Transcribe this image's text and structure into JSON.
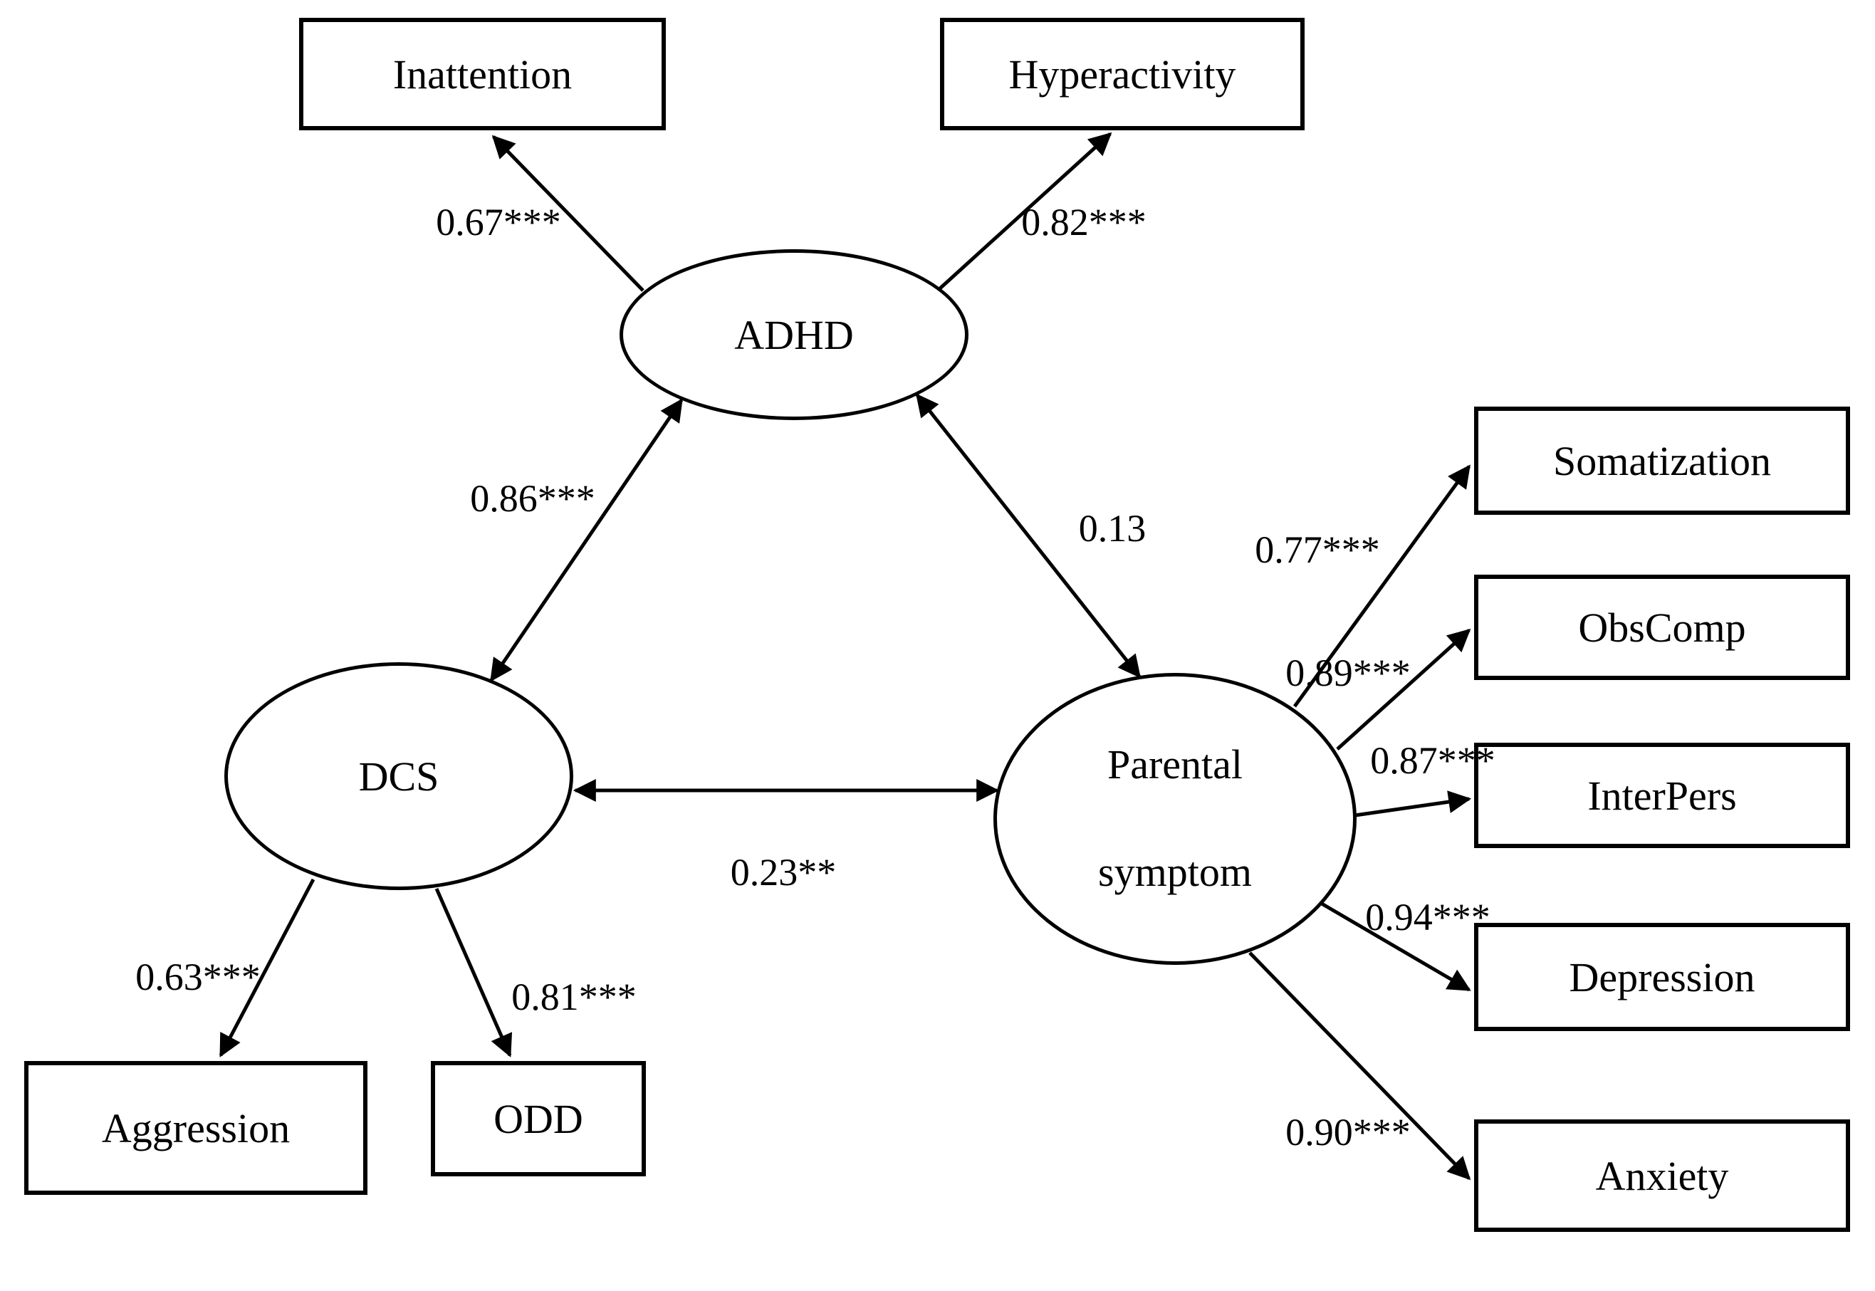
{
  "figure": {
    "type": "structural-equation-model-path-diagram",
    "background_color": "#ffffff",
    "line_color": "#000000",
    "text_color": "#000000"
  },
  "nodes": {
    "adhd": {
      "label": "ADHD",
      "shape": "ellipse",
      "role": "latent"
    },
    "dcs": {
      "label": "DCS",
      "shape": "ellipse",
      "role": "latent"
    },
    "parental_symptom": {
      "label": "Parental symptom",
      "shape": "ellipse",
      "role": "latent"
    },
    "inattention": {
      "label": "Inattention",
      "shape": "rectangle",
      "role": "observed"
    },
    "hyperactivity": {
      "label": "Hyperactivity",
      "shape": "rectangle",
      "role": "observed"
    },
    "somatization": {
      "label": "Somatization",
      "shape": "rectangle",
      "role": "observed"
    },
    "obscomp": {
      "label": "ObsComp",
      "shape": "rectangle",
      "role": "observed"
    },
    "interpers": {
      "label": "InterPers",
      "shape": "rectangle",
      "role": "observed"
    },
    "depression": {
      "label": "Depression",
      "shape": "rectangle",
      "role": "observed"
    },
    "anxiety": {
      "label": "Anxiety",
      "shape": "rectangle",
      "role": "observed"
    },
    "aggression": {
      "label": "Aggression",
      "shape": "rectangle",
      "role": "observed"
    },
    "odd": {
      "label": "ODD",
      "shape": "rectangle",
      "role": "observed"
    }
  },
  "edges": {
    "adhd_inattention": {
      "from": "adhd",
      "to": "inattention",
      "arrow": "single",
      "label": "0.67***"
    },
    "adhd_hyperactivity": {
      "from": "adhd",
      "to": "hyperactivity",
      "arrow": "single",
      "label": "0.82***"
    },
    "dcs_adhd": {
      "from": "dcs",
      "to": "adhd",
      "arrow": "double",
      "label": "0.86***"
    },
    "adhd_parental": {
      "from": "adhd",
      "to": "parental_symptom",
      "arrow": "double",
      "label": "0.13"
    },
    "dcs_parental": {
      "from": "dcs",
      "to": "parental_symptom",
      "arrow": "double",
      "label": "0.23**"
    },
    "dcs_aggression": {
      "from": "dcs",
      "to": "aggression",
      "arrow": "single",
      "label": "0.63***"
    },
    "dcs_odd": {
      "from": "dcs",
      "to": "odd",
      "arrow": "single",
      "label": "0.81***"
    },
    "parental_somatization": {
      "from": "parental_symptom",
      "to": "somatization",
      "arrow": "single",
      "label": "0.77***"
    },
    "parental_obscomp": {
      "from": "parental_symptom",
      "to": "obscomp",
      "arrow": "single",
      "label": "0.89***"
    },
    "parental_interpers": {
      "from": "parental_symptom",
      "to": "interpers",
      "arrow": "single",
      "label": "0.87***"
    },
    "parental_depression": {
      "from": "parental_symptom",
      "to": "depression",
      "arrow": "single",
      "label": "0.94***"
    },
    "parental_anxiety": {
      "from": "parental_symptom",
      "to": "anxiety",
      "arrow": "single",
      "label": "0.90***"
    }
  }
}
